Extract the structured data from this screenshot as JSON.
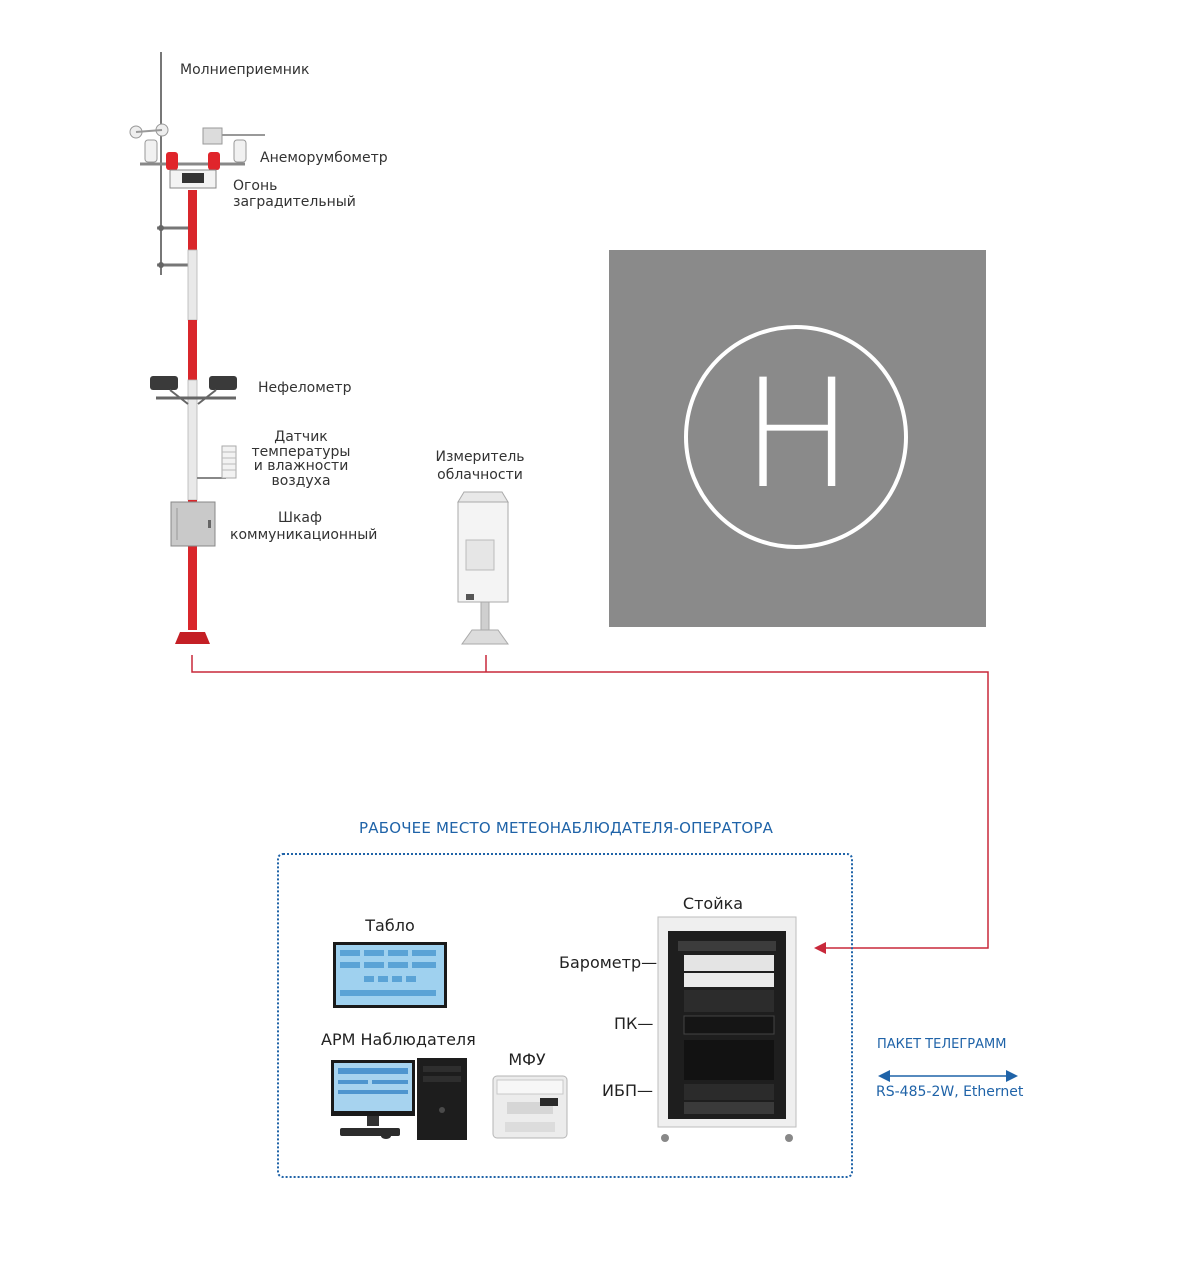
{
  "labels": {
    "lightning_rod": "Молниеприемник",
    "anemorumbometer": "Анеморумбометр",
    "barrier_light_1": "Огонь",
    "barrier_light_2": "заградительный",
    "nephelometer": "Нефелометр",
    "temp_sensor_1": "Датчик",
    "temp_sensor_2": "температуры",
    "temp_sensor_3": "и влажности",
    "temp_sensor_4": "воздуха",
    "cabinet_1": "Шкаф",
    "cabinet_2": "коммуникационный",
    "cloud_meter_1": "Измеритель",
    "cloud_meter_2": "облачности",
    "helipad_letter": "H"
  },
  "workstation": {
    "title": "РАБОЧЕЕ МЕСТО МЕТЕОНАБЛЮДАТЕЛЯ-ОПЕРАТОРА",
    "display_board": "Табло",
    "observer_pc": "АРМ Наблюдателя",
    "mfu": "МФУ",
    "rack": "Стойка",
    "barometer": "Барометр—",
    "pc": "ПК—",
    "ups": "ИБП—"
  },
  "link": {
    "packet": "ПАКЕТ ТЕЛЕГРАММ",
    "interfaces": "RS-485-2W, Ethernet"
  },
  "colors": {
    "mast_red": "#d9262b",
    "connector_red": "#c8283a",
    "accent_blue": "#1f63a8",
    "helipad_gray": "#8a8a8a"
  }
}
